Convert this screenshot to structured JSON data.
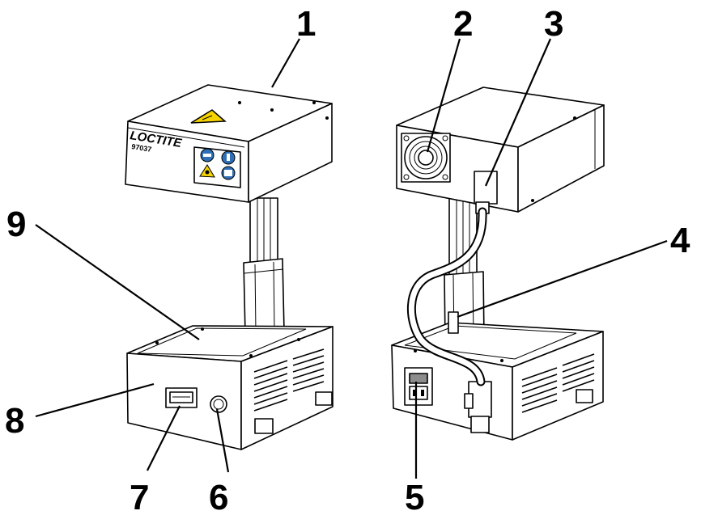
{
  "device": {
    "brand": "LOCTITE",
    "model": "97037"
  },
  "callouts": [
    {
      "id": "1",
      "label": "1"
    },
    {
      "id": "2",
      "label": "2"
    },
    {
      "id": "3",
      "label": "3"
    },
    {
      "id": "4",
      "label": "4"
    },
    {
      "id": "5",
      "label": "5"
    },
    {
      "id": "6",
      "label": "6"
    },
    {
      "id": "7",
      "label": "7"
    },
    {
      "id": "8",
      "label": "8"
    },
    {
      "id": "9",
      "label": "9"
    }
  ],
  "icons": {
    "warning": "uv-warning-triangle-icon",
    "goggles": "eye-protection-icon",
    "gloves": "hand-protection-icon",
    "uv_hazard": "uv-hazard-icon",
    "manual": "read-manual-icon"
  },
  "colors": {
    "warning_yellow": "#f5d300",
    "safety_blue": "#2f6fb7",
    "line": "#000000"
  }
}
